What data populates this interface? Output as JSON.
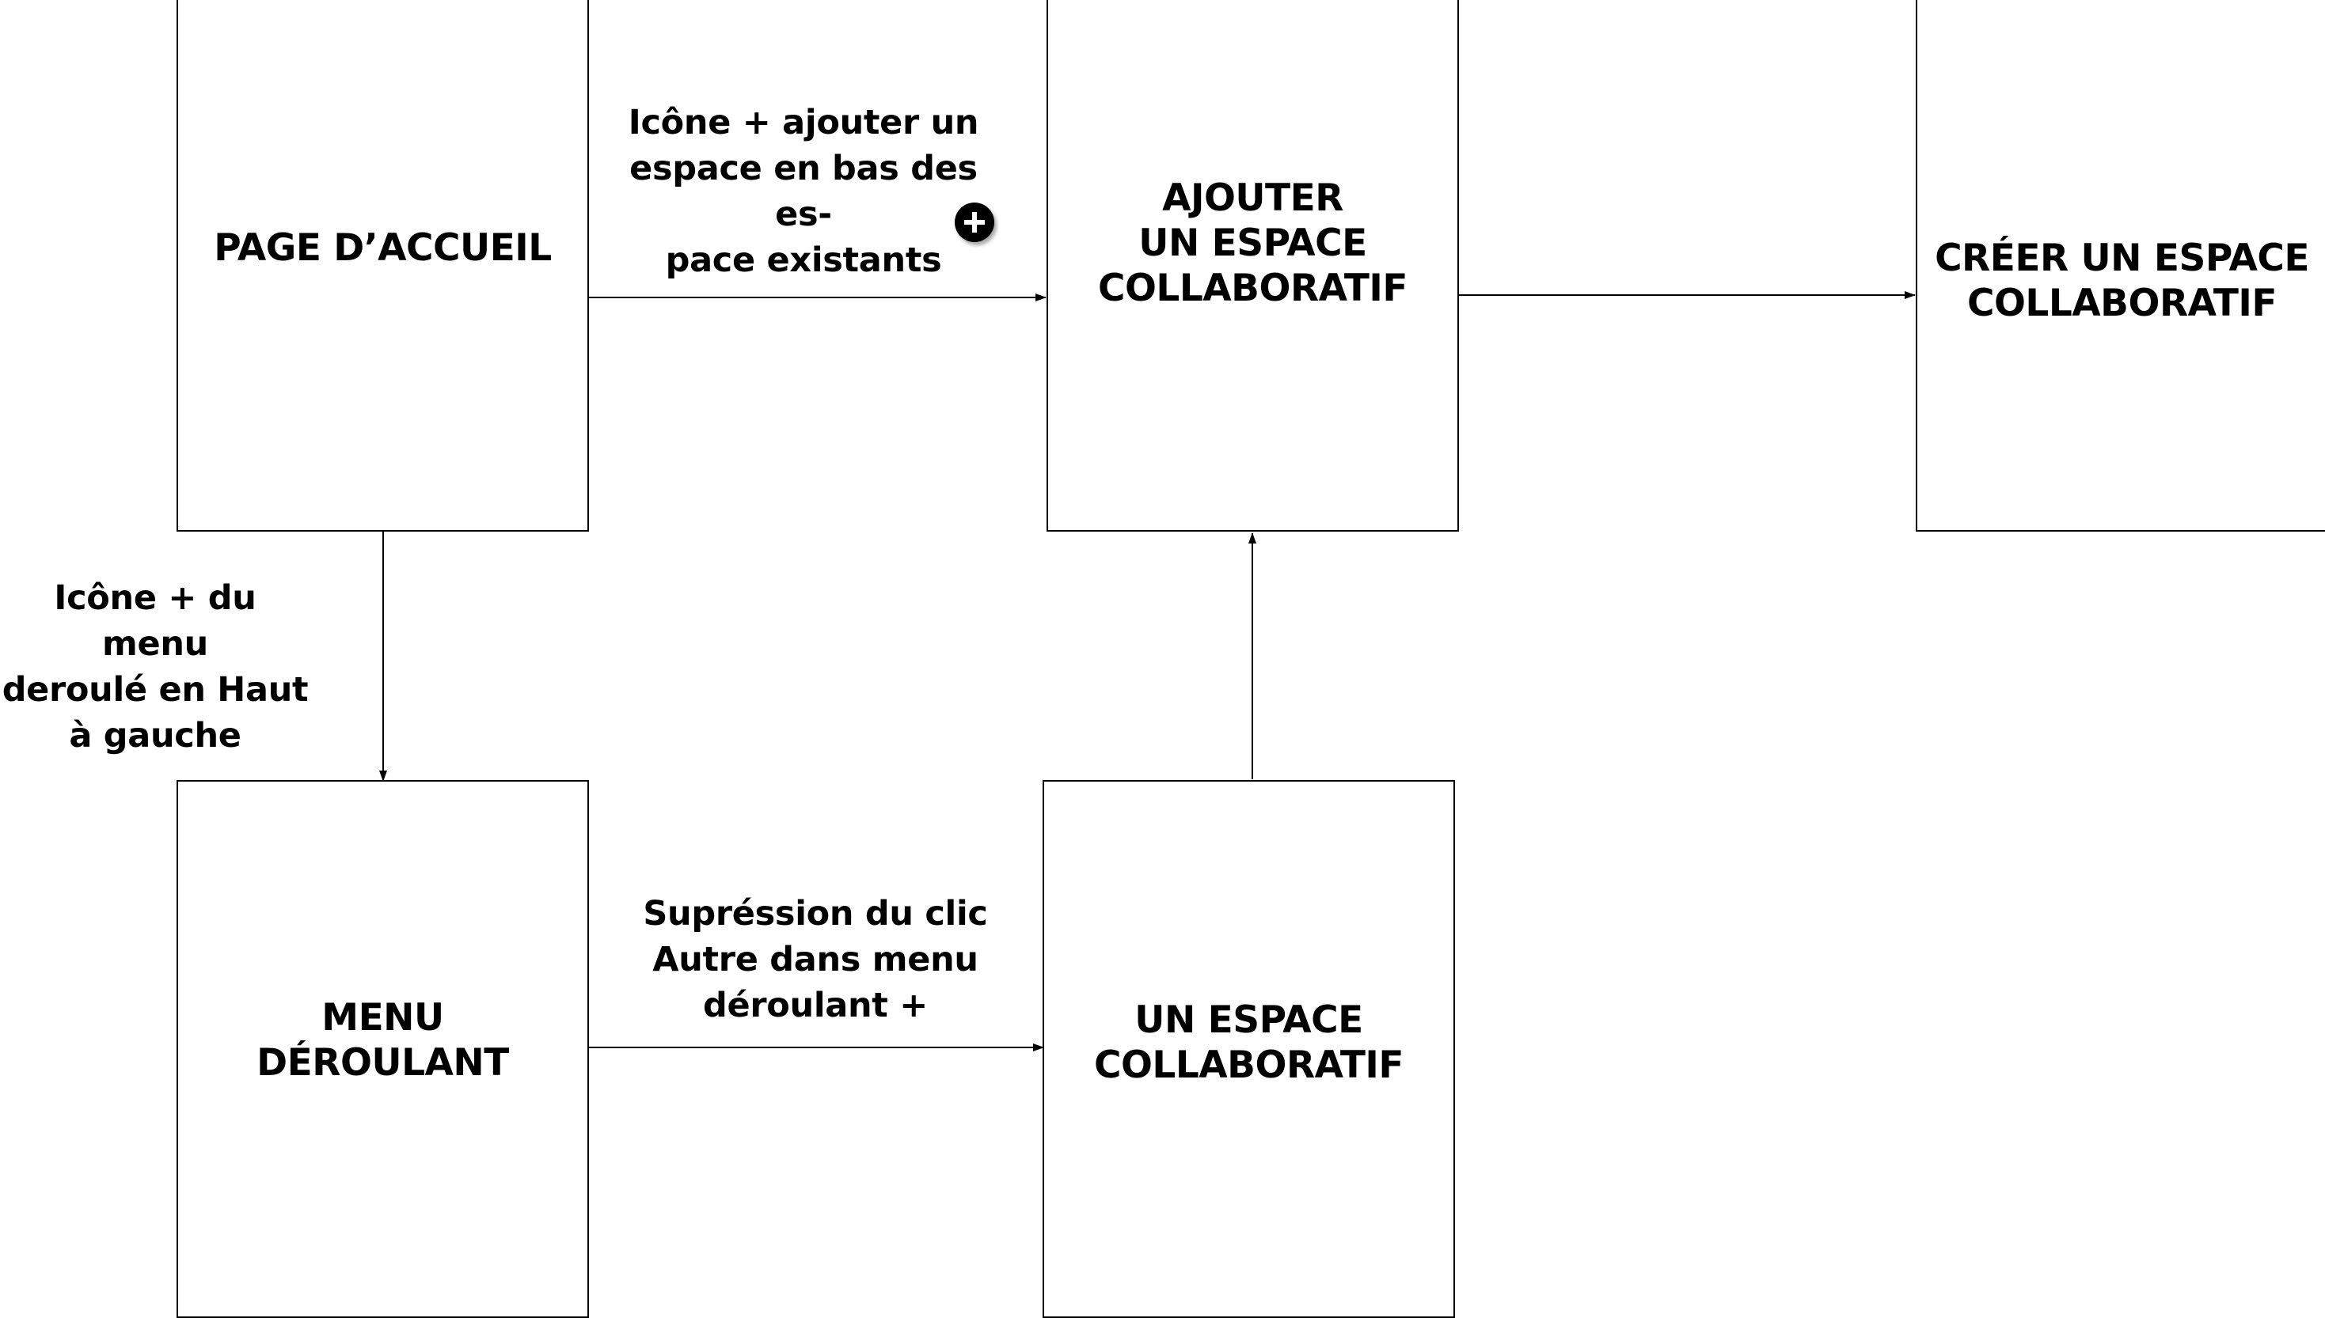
{
  "nodes": {
    "accueil": "PAGE D’ACCUEIL",
    "ajouter": "AJOUTER\nUN ESPACE\nCOLLABORATIF",
    "creer": "CRÉER UN ESPACE\nCOLLABORATIF",
    "menu": "MENU\nDÉROULANT",
    "espace": "UN ESPACE\nCOLLABORATIF"
  },
  "edges": {
    "accueil_to_ajouter": "Icône + ajouter un\nespace en bas des es-\npace existants",
    "accueil_to_menu": "Icône + du menu\nderoulé en Haut\nà gauche",
    "menu_to_espace": "Supréssion du clic\nAutre dans menu\ndéroulant +"
  },
  "icons": {
    "add": "plus-circle-icon"
  }
}
